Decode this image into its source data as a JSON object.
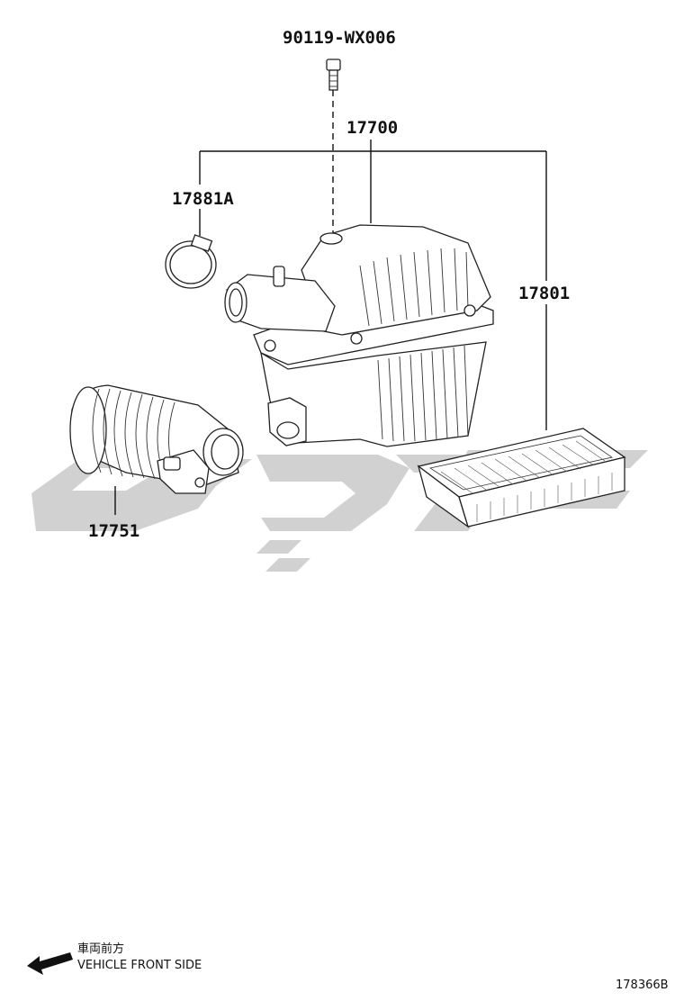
{
  "labels": {
    "bolt": "90119-WX006",
    "assembly": "17700",
    "clamp": "17881A",
    "element": "17801",
    "hose": "17751"
  },
  "orientation": {
    "jp": "車両前方",
    "en": "VEHICLE FRONT SIDE"
  },
  "diagram_id": "178366B"
}
